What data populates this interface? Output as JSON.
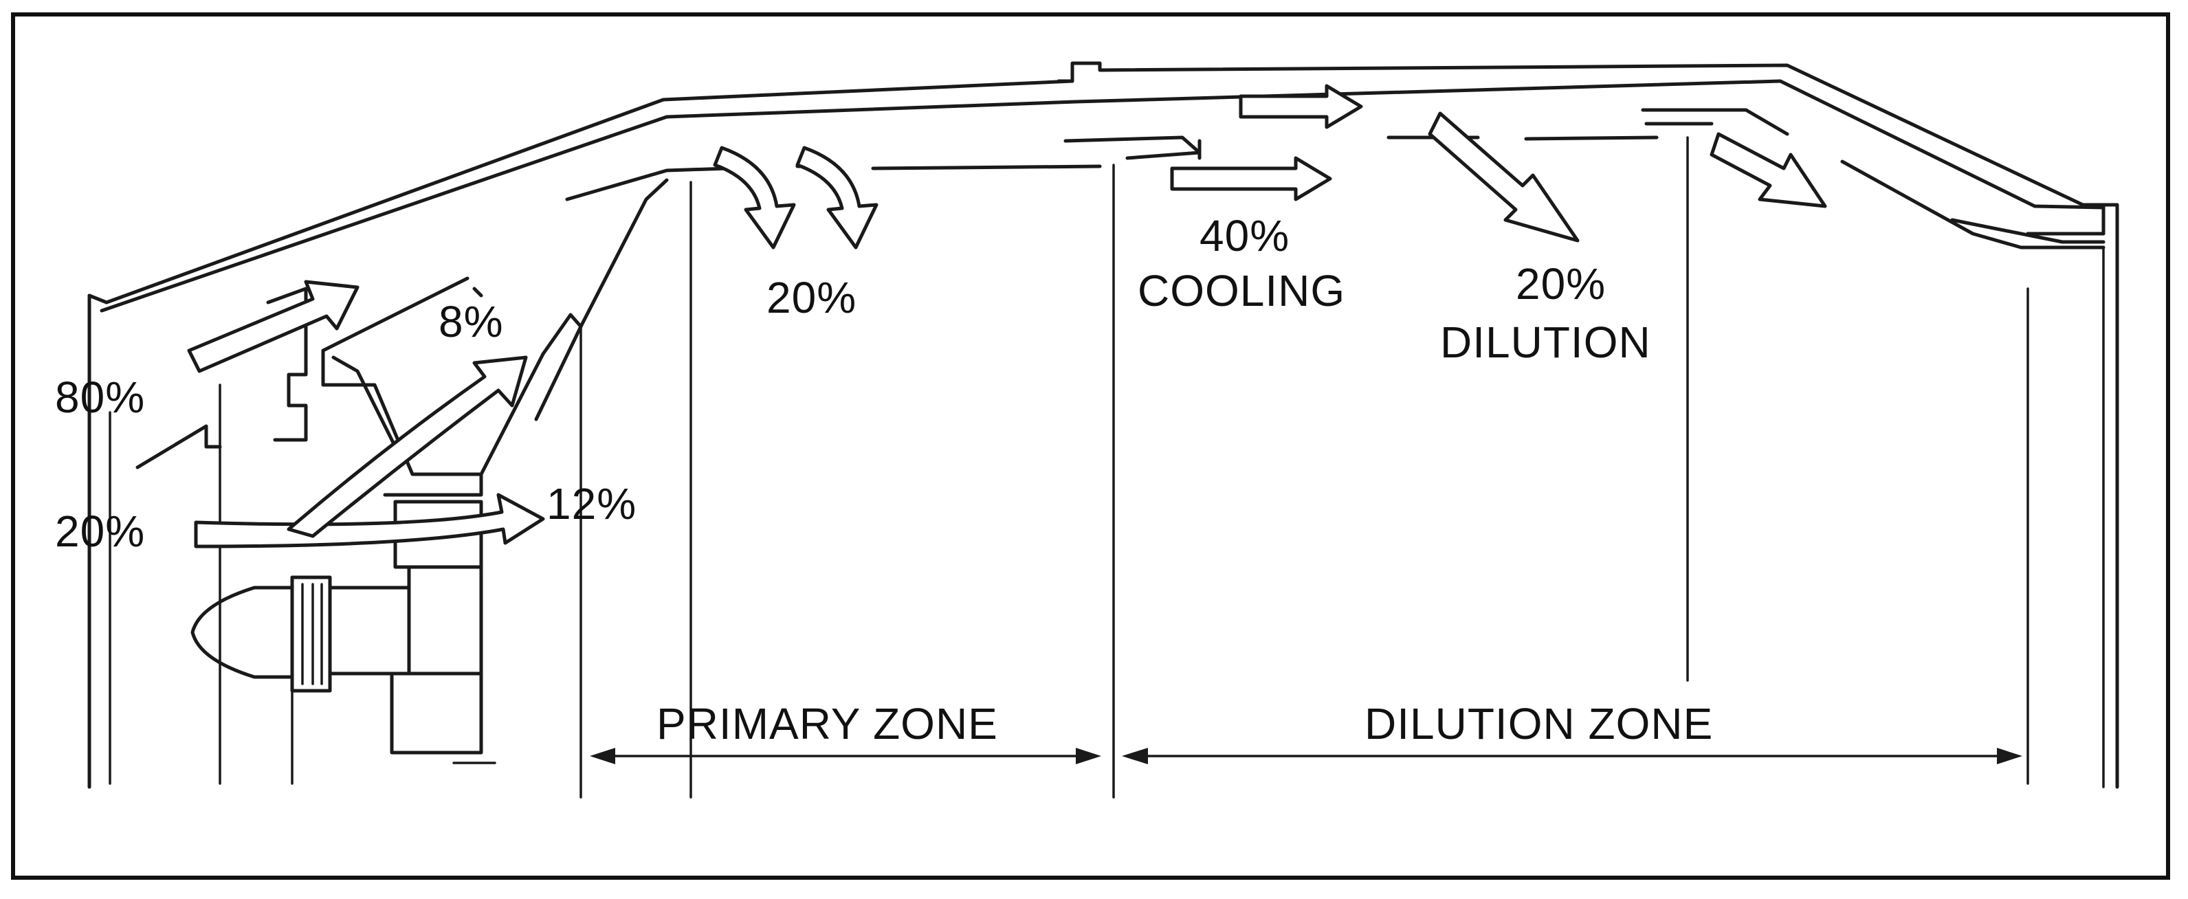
{
  "labels": {
    "inlet_bypass": "80%",
    "inlet_primary": "20%",
    "swirler_split_a": "8%",
    "swirler_split_b": "12%",
    "primary_holes": "20%",
    "cooling_pct": "40%",
    "cooling_word": "COOLING",
    "dilution_pct": "20%",
    "dilution_word": "DILUTION",
    "primary_zone": "PRIMARY ZONE",
    "dilution_zone": "DILUTION ZONE"
  },
  "colors": {
    "line": "#1a1a1a",
    "background": "#ffffff",
    "frame": "#111111"
  }
}
